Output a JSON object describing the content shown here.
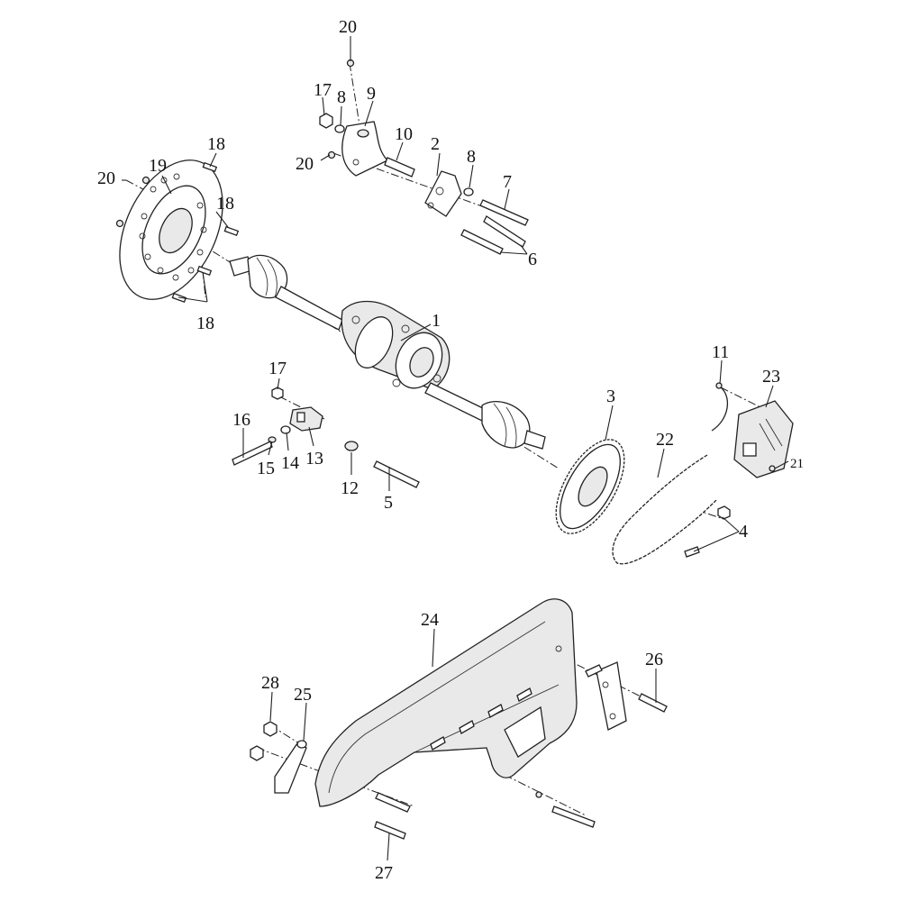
{
  "callouts": [
    {
      "id": "1",
      "label": "1"
    },
    {
      "id": "2",
      "label": "2"
    },
    {
      "id": "3",
      "label": "3"
    },
    {
      "id": "4",
      "label": "4"
    },
    {
      "id": "5",
      "label": "5"
    },
    {
      "id": "6",
      "label": "6"
    },
    {
      "id": "7",
      "label": "7"
    },
    {
      "id": "8a",
      "label": "8"
    },
    {
      "id": "8b",
      "label": "8"
    },
    {
      "id": "9",
      "label": "9"
    },
    {
      "id": "10",
      "label": "10"
    },
    {
      "id": "11",
      "label": "11"
    },
    {
      "id": "12",
      "label": "12"
    },
    {
      "id": "13",
      "label": "13"
    },
    {
      "id": "14",
      "label": "14"
    },
    {
      "id": "15",
      "label": "15"
    },
    {
      "id": "16",
      "label": "16"
    },
    {
      "id": "17a",
      "label": "17"
    },
    {
      "id": "17b",
      "label": "17"
    },
    {
      "id": "18a",
      "label": "18"
    },
    {
      "id": "18b",
      "label": "18"
    },
    {
      "id": "18c",
      "label": "18"
    },
    {
      "id": "19",
      "label": "19"
    },
    {
      "id": "20a",
      "label": "20"
    },
    {
      "id": "20b",
      "label": "20"
    },
    {
      "id": "20c",
      "label": "20"
    },
    {
      "id": "21",
      "label": "21"
    },
    {
      "id": "22",
      "label": "22"
    },
    {
      "id": "23",
      "label": "23"
    },
    {
      "id": "24",
      "label": "24"
    },
    {
      "id": "25",
      "label": "25"
    },
    {
      "id": "26",
      "label": "26"
    },
    {
      "id": "27",
      "label": "27"
    },
    {
      "id": "28",
      "label": "28"
    }
  ]
}
